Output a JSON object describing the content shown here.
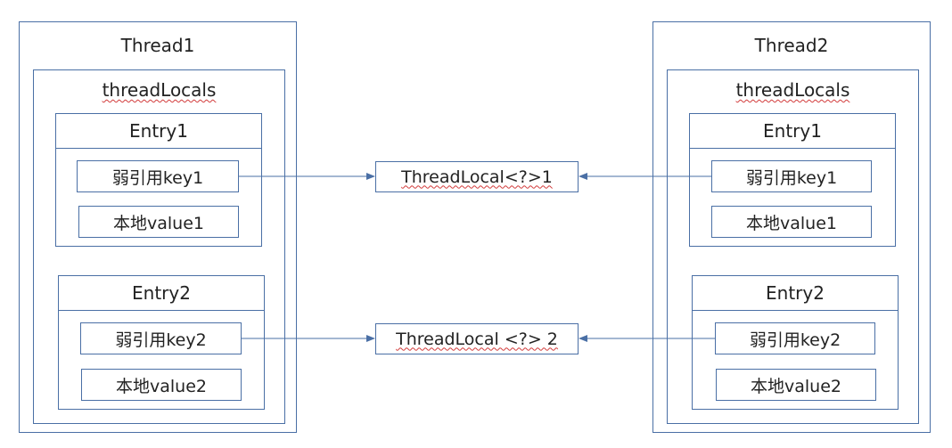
{
  "threads": [
    {
      "title": "Thread1",
      "locals_label": "threadLocals",
      "entries": [
        {
          "title": "Entry1",
          "key": "弱引用key1",
          "value": "本地value1"
        },
        {
          "title": "Entry2",
          "key": "弱引用key2",
          "value": "本地value2"
        }
      ]
    },
    {
      "title": "Thread2",
      "locals_label": "threadLocals",
      "entries": [
        {
          "title": "Entry1",
          "key": "弱引用key1",
          "value": "本地value1"
        },
        {
          "title": "Entry2",
          "key": "弱引用key2",
          "value": "本地value2"
        }
      ]
    }
  ],
  "threadlocals": [
    {
      "label": "ThreadLocal<?>1"
    },
    {
      "label": "ThreadLocal <?> 2"
    }
  ],
  "colors": {
    "border": "#4a6fa5",
    "arrow": "#4a6fa5",
    "spellcheck": "#d23b3b"
  }
}
